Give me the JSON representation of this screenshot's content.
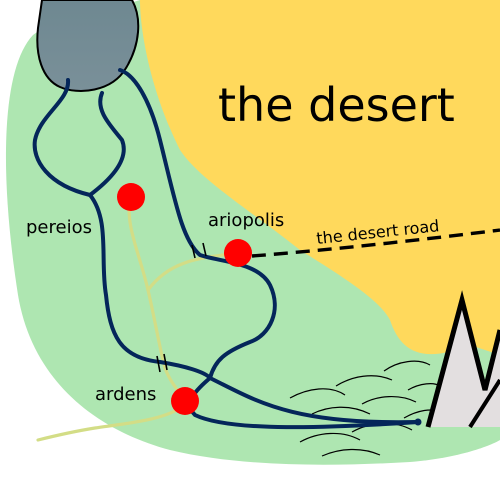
{
  "labels": {
    "region": "the desert",
    "road": "the desert road"
  },
  "cities": [
    {
      "id": "pereios",
      "name": "pereios"
    },
    {
      "id": "ariopolis",
      "name": "ariopolis"
    },
    {
      "id": "ardens",
      "name": "ardens"
    }
  ],
  "colors": {
    "land": "#aee6b1",
    "desert": "#ffd95c",
    "mountain_top": "#6e8891",
    "mountain_bottom": "#7a9099",
    "river": "#04265a",
    "path": "#d3dd86",
    "city": "#ff0000",
    "peaks": "#e3dfe0",
    "outline": "#000000"
  },
  "icons": {
    "city": "city-dot-icon",
    "mountains": "mountain-range-icon",
    "hills": "hills-icon",
    "bridge": "bridge-icon"
  }
}
